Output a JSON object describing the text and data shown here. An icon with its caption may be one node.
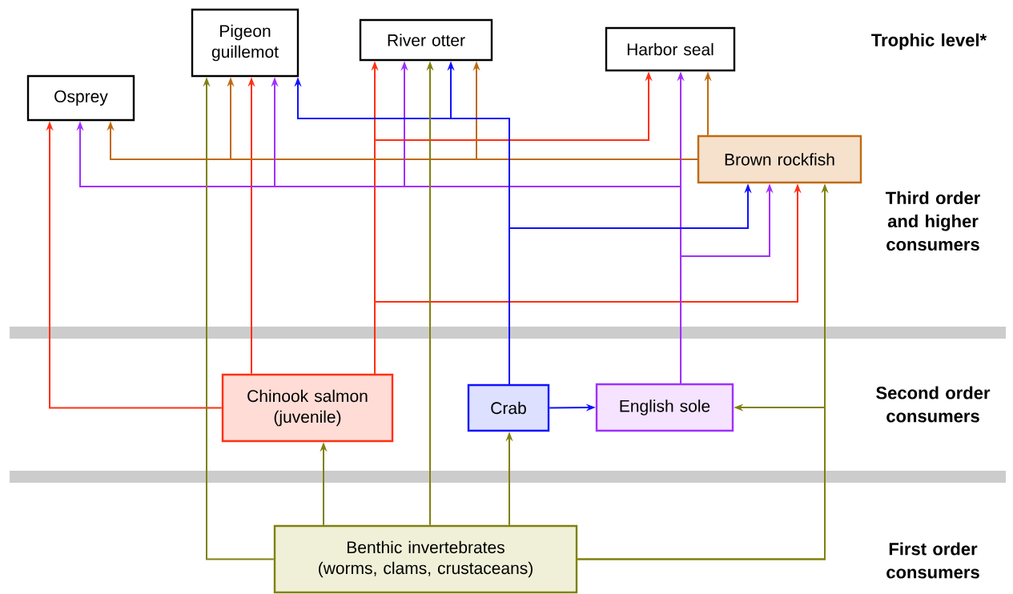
{
  "diagram": {
    "nodes": [
      {
        "text": [
          "Pigeon guillemot"
        ]
      },
      {
        "text": [
          "River otter"
        ]
      },
      {
        "text": [
          "Harbor seal"
        ]
      },
      {
        "text": [
          "Osprey"
        ]
      },
      {
        "text": [
          "Brown rockfish"
        ]
      },
      {
        "text": [
          "Chinook salmon (juvenile)"
        ]
      },
      {
        "text": [
          "Crab"
        ]
      },
      {
        "text": [
          "English sole"
        ]
      },
      {
        "text": [
          "Benthic invertebrates (worms, clams, crustaceans)"
        ]
      }
    ],
    "edges": [
      {
        "from": 5,
        "to": 3,
        "arrow": "to",
        "color": "#ff3010"
      },
      {
        "from": 5,
        "to": 0,
        "arrow": "to",
        "color": "#ff3010"
      },
      {
        "from": 5,
        "to": 1,
        "arrow": "to",
        "color": "#ff3010"
      },
      {
        "from": 5,
        "to": 2,
        "arrow": "to",
        "color": "#ff3010"
      },
      {
        "from": 5,
        "to": 4,
        "arrow": "to",
        "color": "#ff3010"
      },
      {
        "from": 4,
        "to": 3,
        "arrow": "to",
        "color": "#c06a10"
      },
      {
        "from": 4,
        "to": 0,
        "arrow": "to",
        "color": "#c06a10"
      },
      {
        "from": 4,
        "to": 1,
        "arrow": "to",
        "color": "#c06a10"
      },
      {
        "from": 4,
        "to": 2,
        "arrow": "to",
        "color": "#c06a10"
      },
      {
        "from": 7,
        "to": 2,
        "arrow": "to",
        "color": "#a030ff"
      },
      {
        "from": 7,
        "to": 3,
        "arrow": "to",
        "color": "#a030ff"
      },
      {
        "from": 7,
        "to": 0,
        "arrow": "to",
        "color": "#a030ff"
      },
      {
        "from": 7,
        "to": 1,
        "arrow": "to",
        "color": "#a030ff"
      },
      {
        "from": 7,
        "to": 4,
        "arrow": "to",
        "color": "#a030ff"
      },
      {
        "from": 6,
        "to": 0,
        "arrow": "to",
        "color": "#1010ff"
      },
      {
        "from": 6,
        "to": 1,
        "arrow": "to",
        "color": "#1010ff"
      },
      {
        "from": 6,
        "to": 4,
        "arrow": "to",
        "color": "#1010ff"
      },
      {
        "from": 6,
        "to": 7,
        "arrow": "to",
        "color": "#1010ff"
      },
      {
        "from": 8,
        "to": 0,
        "arrow": "to",
        "color": "#808010"
      },
      {
        "from": 8,
        "to": 1,
        "arrow": "to",
        "color": "#808010"
      },
      {
        "from": 8,
        "to": 5,
        "arrow": "to",
        "color": "#808010"
      },
      {
        "from": 8,
        "to": 6,
        "arrow": "to",
        "color": "#808010"
      },
      {
        "from": 8,
        "to": 4,
        "arrow": "to",
        "color": "#808010"
      },
      {
        "from": 8,
        "to": 7,
        "arrow": "to",
        "color": "#808010"
      }
    ],
    "labels": [
      "Trophic level*",
      "Third order and higher consumers",
      "Second order consumers",
      "First order consumers"
    ]
  }
}
